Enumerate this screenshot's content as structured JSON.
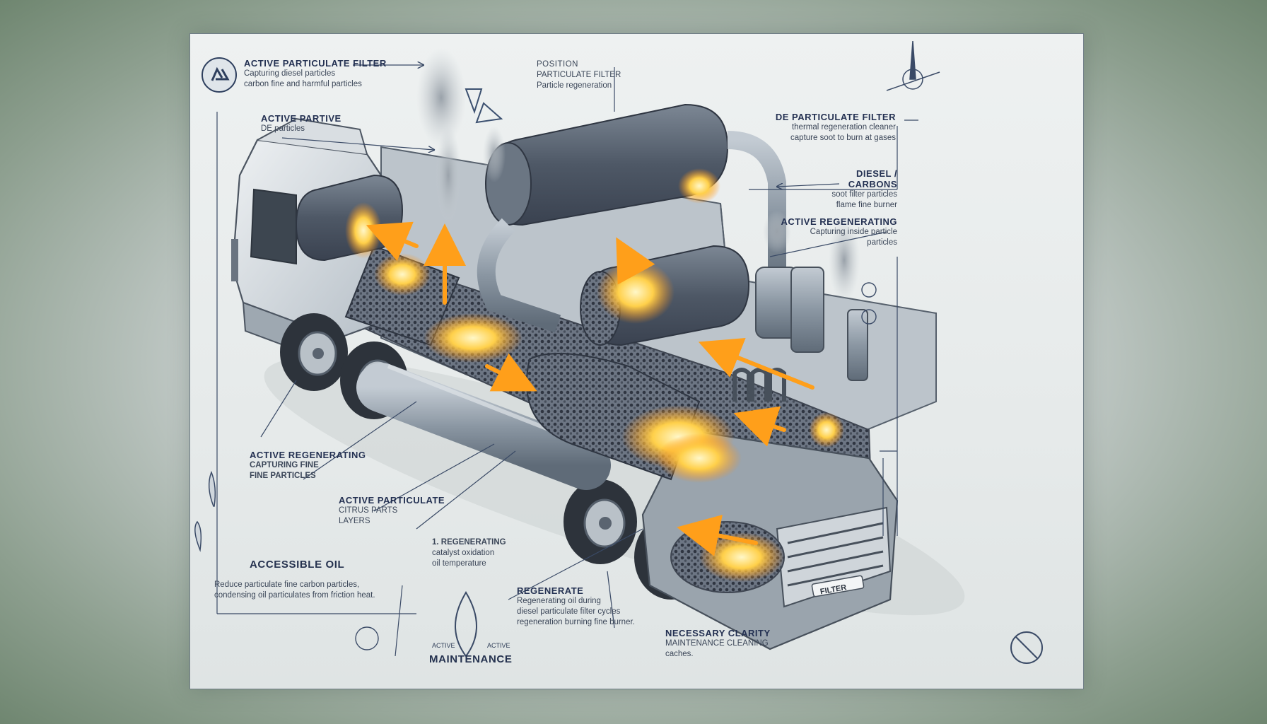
{
  "labels": {
    "tl_title": "ACTIVE PARTICULATE FILTER",
    "tl_sub1": "Capturing diesel particles",
    "tl_sub2": "carbon fine and harmful particles",
    "cab_title": "ACTIVE PARTIVE",
    "cab_sub": "DE particles",
    "top_title": "POSITION",
    "top_sub1": "PARTICULATE FILTER",
    "top_sub2": "Particle regeneration",
    "r1_title": "DE PARTICULATE FILTER",
    "r1_sub1": "thermal regeneration cleaner",
    "r1_sub2": "capture soot to burn at gases",
    "r2_title": "DIESEL / CARBONS",
    "r2_sub1": "soot filter particles",
    "r2_sub2": "flame fine burner",
    "r3_title": "ACTIVE REGENERATING",
    "r3_sub1": "Capturing inside particle",
    "r3_sub2": "particles",
    "l1_title": "ACTIVE REGENERATING",
    "l1_sub1": "CAPTURING FINE",
    "l1_sub2": "FINE PARTICLES",
    "m1_title": "ACTIVE PARTICULATE",
    "m1_sub1": "CITRUS PARTS",
    "m1_sub2": "LAYERS",
    "m2_title": "1. REGENERATING",
    "m2_sub1": "catalyst oxidation",
    "m2_sub2": "oil temperature",
    "oil_title": "ACCESSIBLE OIL",
    "oil_sub1": "Reduce particulate fine carbon particles,",
    "oil_sub2": "condensing oil particulates from friction heat.",
    "b_title": "REGENERATE",
    "b_sub1": "Regenerating oil during",
    "b_sub2": "diesel particulate filter cycles",
    "b_sub3": "regeneration burning fine burner.",
    "maint_small1": "ACTIVE",
    "maint_small2": "ACTIVE",
    "maint_title": "MAINTENANCE",
    "br_title": "NECESSARY CLARITY",
    "br_sub1": "MAINTENANCE CLEANING",
    "br_sub2": "caches.",
    "plate": "FILTER"
  },
  "colors": {
    "ink": "#243152",
    "flame": "#ffb62e",
    "metal": "#8e9aa6",
    "line": "#3a4a66"
  },
  "icons": [
    "recycle-icon",
    "recycle-outline-icon",
    "compass-icon",
    "oil-drop-icon",
    "no-symbol-icon"
  ]
}
